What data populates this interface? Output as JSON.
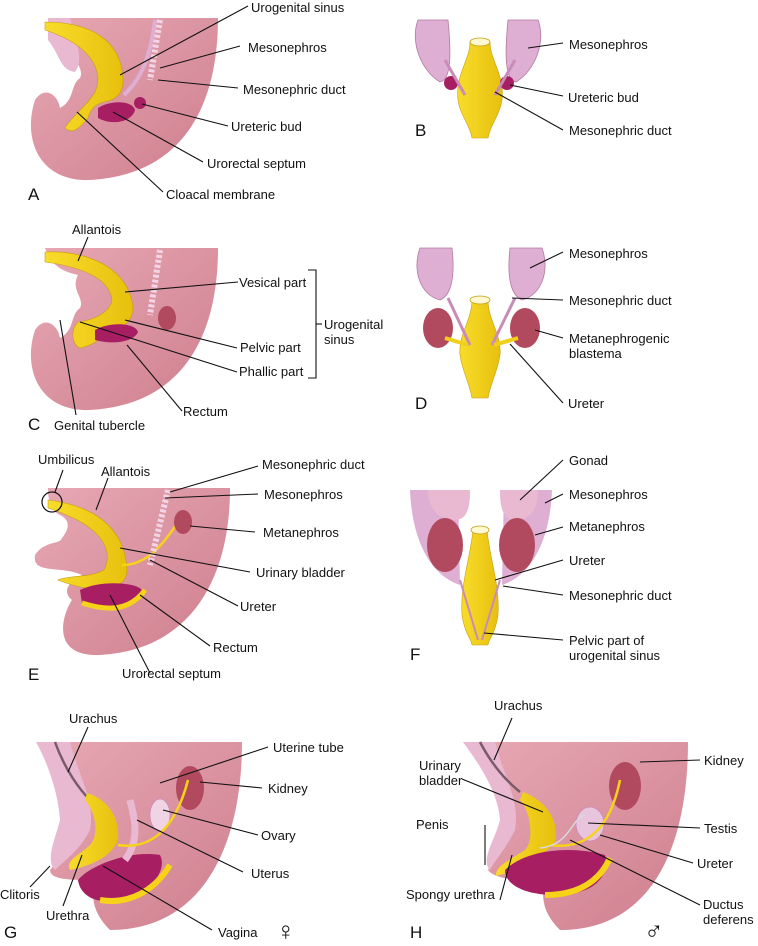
{
  "colors": {
    "body": "#dc93a0",
    "body_dark": "#c97785",
    "light_pink": "#e9b9d2",
    "mesonephros": "#dfaed3",
    "yellow": "#f6d318",
    "yellow_dark": "#e0b80c",
    "rectum": "#a81e63",
    "metanephros": "#b24a5f"
  },
  "panels": {
    "A": {
      "letter": "A",
      "labels": [
        "Urogenital sinus",
        "Mesonephros",
        "Mesonephric duct",
        "Ureteric bud",
        "Urorectal septum",
        "Cloacal membrane"
      ]
    },
    "B": {
      "letter": "B",
      "labels": [
        "Mesonephros",
        "Ureteric bud",
        "Mesonephric duct"
      ]
    },
    "C": {
      "letter": "C",
      "labels": [
        "Allantois",
        "Vesical part",
        "Pelvic part",
        "Phallic part",
        "Rectum",
        "Genital tubercle"
      ],
      "bracket_label_line1": "Urogenital",
      "bracket_label_line2": "sinus"
    },
    "D": {
      "letter": "D",
      "labels": [
        "Mesonephros",
        "Mesonephric duct",
        "Metanephrogenic",
        "blastema",
        "Ureter"
      ]
    },
    "E": {
      "letter": "E",
      "labels": [
        "Umbilicus",
        "Allantois",
        "Mesonephric duct",
        "Mesonephros",
        "Metanephros",
        "Urinary bladder",
        "Ureter",
        "Rectum",
        "Urorectal septum"
      ]
    },
    "F": {
      "letter": "F",
      "labels": [
        "Gonad",
        "Mesonephros",
        "Metanephros",
        "Ureter",
        "Mesonephric duct",
        "Pelvic part of",
        "urogenital sinus"
      ]
    },
    "G": {
      "letter": "G",
      "labels": [
        "Urachus",
        "Uterine tube",
        "Kidney",
        "Ovary",
        "Uterus",
        "Clitoris",
        "Urethra",
        "Vagina"
      ],
      "sex_symbol": "♀"
    },
    "H": {
      "letter": "H",
      "labels": [
        "Urachus",
        "Urinary",
        "bladder",
        "Kidney",
        "Penis",
        "Testis",
        "Ureter",
        "Spongy urethra",
        "Ductus",
        "deferens"
      ],
      "sex_symbol": "♂"
    }
  }
}
